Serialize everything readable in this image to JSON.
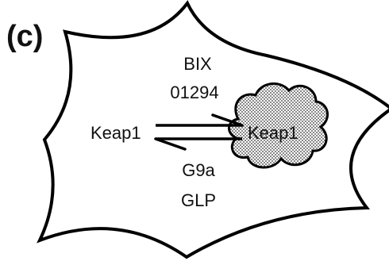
{
  "panel_label": "(c)",
  "cell": {
    "free_protein": "Keap1",
    "aggregated_protein": "Keap1"
  },
  "inhibitor": {
    "line1": "BIX",
    "line2": "01294"
  },
  "enzymes": {
    "line1": "G9a",
    "line2": "GLP"
  },
  "colors": {
    "stroke": "#000000",
    "background": "#ffffff"
  }
}
